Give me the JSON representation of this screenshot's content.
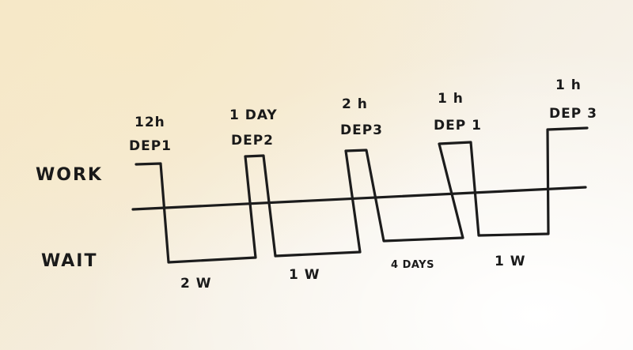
{
  "row_labels": {
    "work": "WORK",
    "wait": "WAIT"
  },
  "work_periods": [
    {
      "duration": "12h",
      "department": "DEP1"
    },
    {
      "duration": "1 DAY",
      "department": "DEP2"
    },
    {
      "duration": "2 h",
      "department": "DEP3"
    },
    {
      "duration": "1 h",
      "department": "DEP 1"
    },
    {
      "duration": "1 h",
      "department": "DEP 3"
    }
  ],
  "wait_periods": [
    {
      "duration": "2 W"
    },
    {
      "duration": "1 W"
    },
    {
      "duration": "4 DAYS"
    },
    {
      "duration": "1 W"
    }
  ],
  "colors": {
    "ink": "#1c1c1c",
    "paper": "#f5efe3"
  }
}
